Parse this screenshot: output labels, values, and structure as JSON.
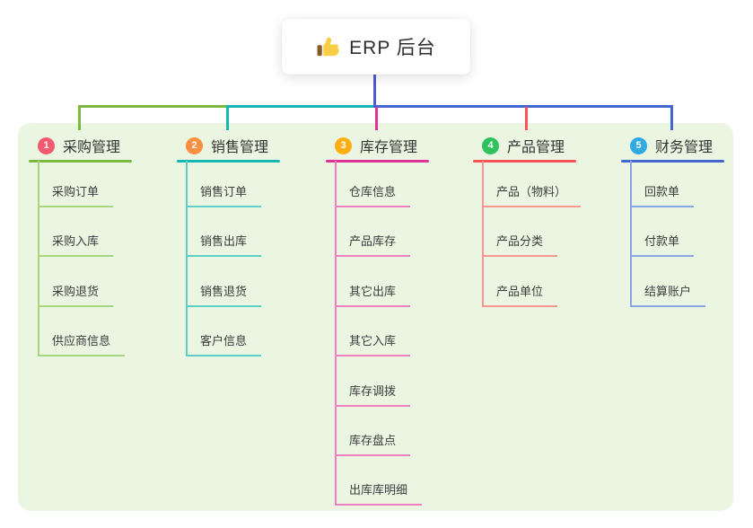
{
  "root": {
    "label": "ERP 后台",
    "icon": "thumbs-up",
    "stem_color": "#5059d6"
  },
  "panel_color": "#eaf6e2",
  "branches": [
    {
      "index": "1",
      "label": "采购管理",
      "badge_color": "#f5596f",
      "line_color": "#7cb93e",
      "line_color_light": "#a9d57f",
      "items": [
        "采购订单",
        "采购入库",
        "采购退货",
        "供应商信息"
      ]
    },
    {
      "index": "2",
      "label": "销售管理",
      "badge_color": "#fb8e3f",
      "line_color": "#14b8b0",
      "line_color_light": "#5fcec6",
      "items": [
        "销售订单",
        "销售出库",
        "销售退货",
        "客户信息"
      ]
    },
    {
      "index": "3",
      "label": "库存管理",
      "badge_color": "#fcae13",
      "line_color": "#e03295",
      "line_color_light": "#f07fc0",
      "items": [
        "仓库信息",
        "产品库存",
        "其它出库",
        "其它入库",
        "库存调拨",
        "库存盘点",
        "出库库明细"
      ]
    },
    {
      "index": "4",
      "label": "产品管理",
      "badge_color": "#2ec15c",
      "line_color": "#fb5355",
      "line_color_light": "#fc9490",
      "items": [
        "产品（物料）",
        "产品分类",
        "产品单位"
      ]
    },
    {
      "index": "5",
      "label": "财务管理",
      "badge_color": "#30aae2",
      "line_color": "#4466d1",
      "line_color_light": "#8ba4e4",
      "items": [
        "回款单",
        "付款单",
        "结算账户"
      ]
    }
  ]
}
